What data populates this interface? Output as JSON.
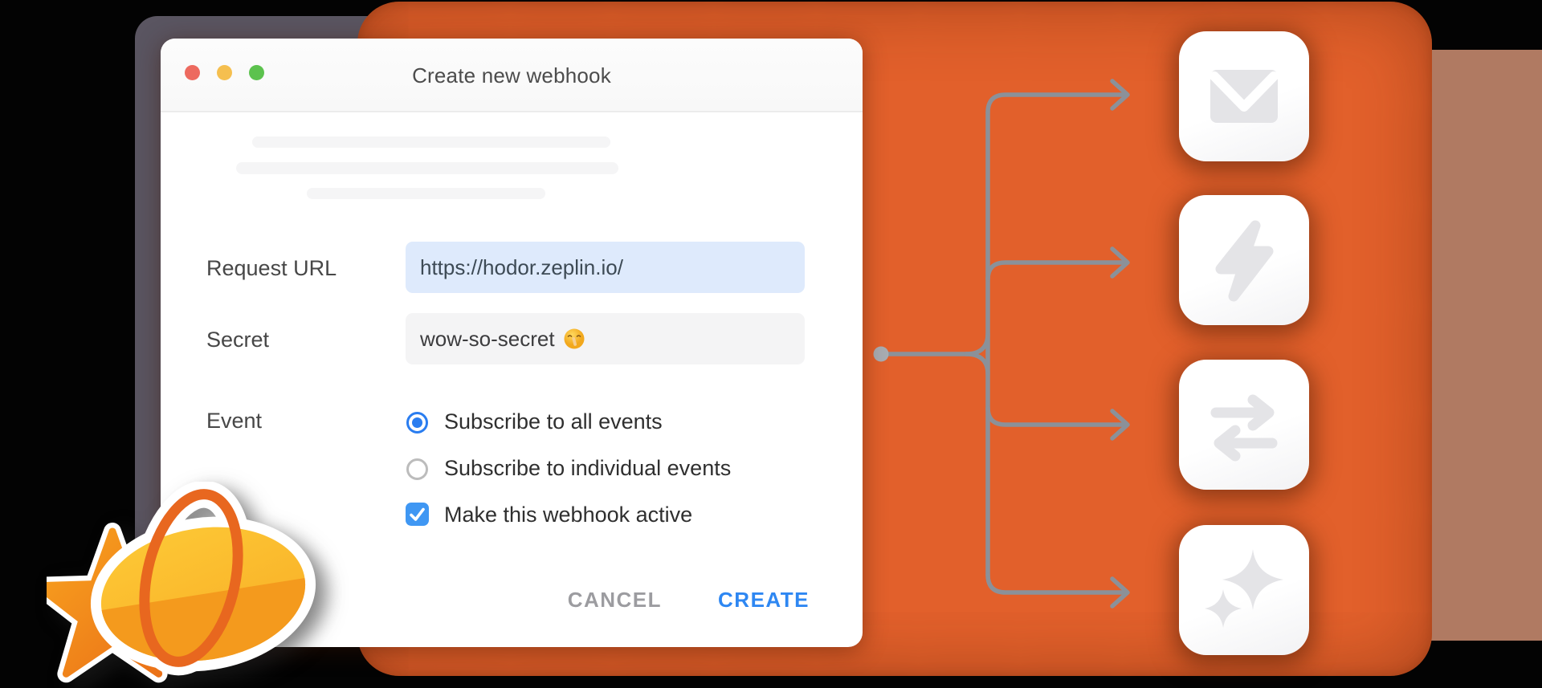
{
  "window": {
    "title": "Create new webhook",
    "traffic_lights": [
      {
        "name": "close",
        "color": "#ed6a5f"
      },
      {
        "name": "minimize",
        "color": "#f5bf4f"
      },
      {
        "name": "zoom",
        "color": "#5cc24e"
      }
    ],
    "skeleton_lines": 3
  },
  "form": {
    "request_url": {
      "label": "Request URL",
      "value": "https://hodor.zeplin.io/"
    },
    "secret": {
      "label": "Secret",
      "value": "wow-so-secret",
      "emoji": "🤫"
    },
    "event": {
      "label": "Event",
      "options": [
        {
          "label": "Subscribe to all events",
          "selected": true
        },
        {
          "label": "Subscribe to individual events",
          "selected": false
        }
      ],
      "active_checkbox": {
        "label": "Make this webhook active",
        "checked": true
      }
    }
  },
  "actions": {
    "cancel_label": "CANCEL",
    "create_label": "CREATE"
  },
  "destinations": {
    "icons": [
      "mail",
      "lightning",
      "transfer-arrows",
      "sparkles"
    ]
  },
  "brand": {
    "logo": "zeplin-blimp-sticker"
  },
  "colors": {
    "card_orange": "#e2602b",
    "side_panel_brown": "#b07a62",
    "dialog_outline_gray": "#5a5561",
    "connector_gray": "#8b9199",
    "url_field_blue": "#deeafc",
    "secret_field_gray": "#f4f4f5",
    "accent_blue": "#2a7df0",
    "create_blue": "#2e87f2",
    "cancel_gray": "#9c9ca0"
  }
}
